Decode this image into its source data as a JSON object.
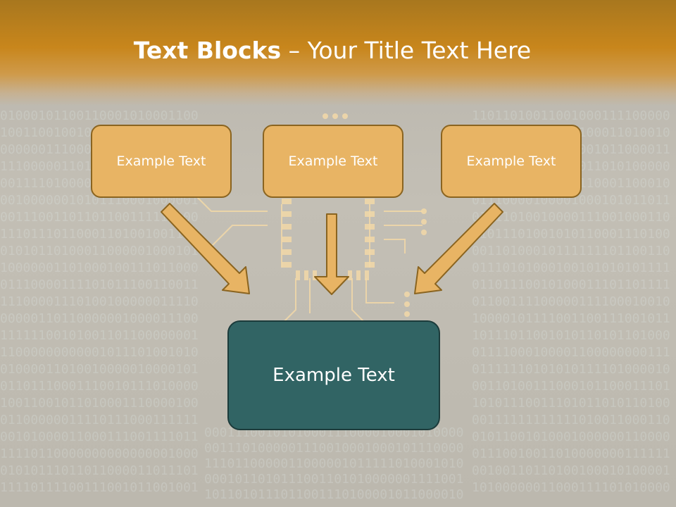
{
  "title": {
    "bold": "Text Blocks",
    "separator": " – ",
    "regular": "Your Title Text Here"
  },
  "boxes": [
    {
      "label": "Example Text"
    },
    {
      "label": "Example Text"
    },
    {
      "label": "Example Text"
    }
  ],
  "result": {
    "label": "Example Text"
  },
  "colors": {
    "header": "#c8861c",
    "box_fill": "#e8b464",
    "box_border": "#8a6420",
    "result_fill": "#316464",
    "arrow_fill": "#e8b464"
  }
}
